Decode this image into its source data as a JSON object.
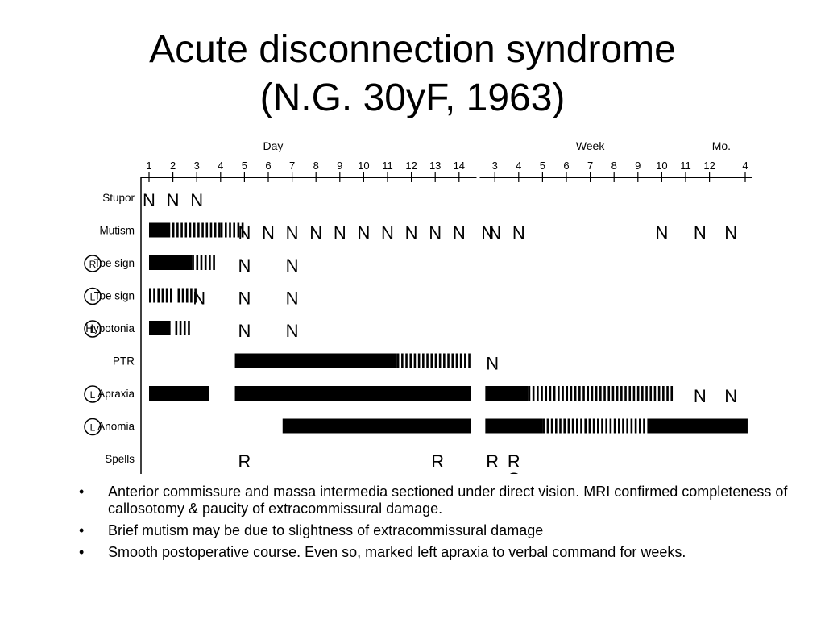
{
  "slide": {
    "title_line1": "Acute disconnection syndrome",
    "title_line2": "(N.G. 30yF, 1963)"
  },
  "chart_data": {
    "type": "timeline",
    "header_groups": [
      "Day",
      "Week",
      "Mo."
    ],
    "ticks": [
      "1",
      "2",
      "3",
      "4",
      "5",
      "6",
      "7",
      "8",
      "9",
      "10",
      "11",
      "12",
      "13",
      "14",
      "3",
      "4",
      "5",
      "6",
      "7",
      "8",
      "9",
      "10",
      "11",
      "12",
      "4"
    ],
    "rows": [
      {
        "label": "Stupor",
        "circle": "",
        "marks": [
          {
            "type": "N",
            "t": 0
          },
          {
            "type": "N",
            "t": 1
          },
          {
            "type": "N",
            "t": 2
          }
        ]
      },
      {
        "label": "Mutism",
        "circle": "",
        "marks": [
          {
            "type": "solid",
            "from": 0,
            "to": 0.8
          },
          {
            "type": "dashed",
            "from": 0.8,
            "to": 3.0
          },
          {
            "type": "dashed",
            "from": 3.0,
            "to": 3.9
          },
          {
            "type": "N",
            "t": 4
          },
          {
            "type": "N",
            "t": 5
          },
          {
            "type": "N",
            "t": 6
          },
          {
            "type": "N",
            "t": 7
          },
          {
            "type": "N",
            "t": 8
          },
          {
            "type": "N",
            "t": 9
          },
          {
            "type": "N",
            "t": 10
          },
          {
            "type": "N",
            "t": 11
          },
          {
            "type": "N",
            "t": 12
          },
          {
            "type": "N",
            "t": 13
          },
          {
            "type": "N",
            "t": 14.2
          },
          {
            "type": "N",
            "t": 14.5
          },
          {
            "type": "N",
            "t": 15.5
          },
          {
            "type": "N",
            "t": 21.5
          },
          {
            "type": "N",
            "t": 23.1
          },
          {
            "type": "N",
            "t": 24.4
          }
        ]
      },
      {
        "label": "Toe sign",
        "circle": "R",
        "marks": [
          {
            "type": "solid",
            "from": 0,
            "to": 1.8
          },
          {
            "type": "dashed",
            "from": 1.8,
            "to": 2.8
          },
          {
            "type": "N",
            "t": 4
          },
          {
            "type": "N",
            "t": 6
          }
        ]
      },
      {
        "label": "Toe sign",
        "circle": "L",
        "marks": [
          {
            "type": "dashed",
            "from": 0,
            "to": 0.9
          },
          {
            "type": "dashed",
            "from": 1.2,
            "to": 2.0
          },
          {
            "type": "N",
            "t": 2.1
          },
          {
            "type": "N",
            "t": 4
          },
          {
            "type": "N",
            "t": 6
          }
        ]
      },
      {
        "label": "Hypotonia",
        "circle": "L",
        "marks": [
          {
            "type": "solid",
            "from": 0,
            "to": 0.9
          },
          {
            "type": "dashed",
            "from": 1.1,
            "to": 1.7
          },
          {
            "type": "N",
            "t": 4
          },
          {
            "type": "N",
            "t": 6
          }
        ]
      },
      {
        "label": "PTR",
        "circle": "",
        "marks": [
          {
            "type": "solid",
            "from": 3.6,
            "to": 10.4
          },
          {
            "type": "dashed",
            "from": 10.4,
            "to": 13.5
          },
          {
            "type": "N",
            "t": 14.4
          }
        ]
      },
      {
        "label": "Apraxia",
        "circle": "L",
        "marks": [
          {
            "type": "solid",
            "from": 0,
            "to": 2.5
          },
          {
            "type": "solid",
            "from": 3.6,
            "to": 13.5
          },
          {
            "type": "solid",
            "from": 14.1,
            "to": 15.9
          },
          {
            "type": "dashed",
            "from": 15.9,
            "to": 21.9
          },
          {
            "type": "N",
            "t": 23.1
          },
          {
            "type": "N",
            "t": 24.4
          }
        ]
      },
      {
        "label": "Anomia",
        "circle": "L",
        "marks": [
          {
            "type": "solid",
            "from": 5.6,
            "to": 13.5
          },
          {
            "type": "solid",
            "from": 14.1,
            "to": 16.5
          },
          {
            "type": "dashed",
            "from": 16.5,
            "to": 20.9
          },
          {
            "type": "solid",
            "from": 20.9,
            "to": 25.1
          }
        ]
      },
      {
        "label": "Spells",
        "circle": "",
        "marks": [
          {
            "type": "R",
            "t": 4
          },
          {
            "type": "R",
            "t": 12.1
          },
          {
            "type": "R",
            "t": 14.4
          },
          {
            "type": "R",
            "t": 15.3
          },
          {
            "type": "G",
            "t": 15.3
          }
        ]
      }
    ]
  },
  "bullets": [
    {
      "text": "Anterior commissure and massa intermedia sectioned under direct vision. MRI confirmed completeness of callosotomy & paucity of extracommissural damage."
    },
    {
      "text": "Brief mutism may be due to slightness of extracommissural damage"
    },
    {
      "text": "Smooth postoperative course. Even so, marked left apraxia to verbal command for weeks."
    }
  ],
  "bullet_char": "•"
}
